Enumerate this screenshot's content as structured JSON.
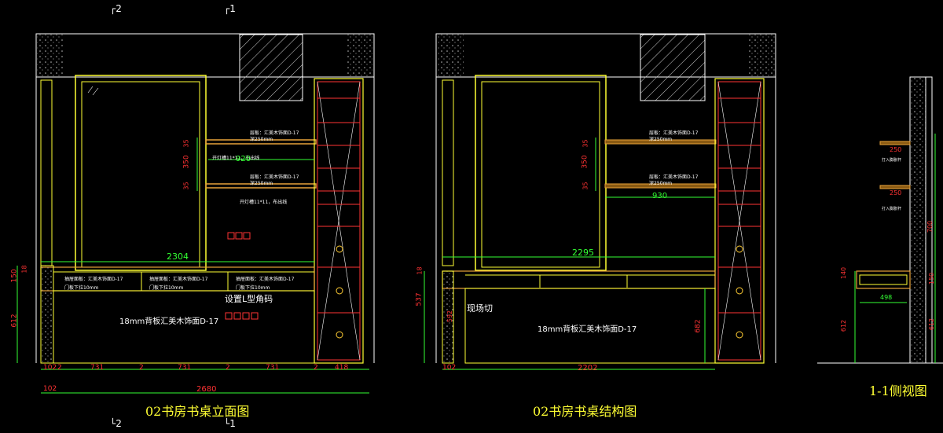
{
  "titles": {
    "elevation": "02书房书桌立面图",
    "structure": "02书房书桌结构图",
    "side": "1-1侧视图"
  },
  "section_marks": {
    "a": "2",
    "b": "1"
  },
  "notes": {
    "shelf_spec": "层板：汇美木饰面D-17",
    "shelf_depth": "深250mm",
    "groove_1": "开灯槽11*11，布出线",
    "groove_2": "开灯槽11*11，布出线",
    "drawer_spec": "抽屉面板：汇美木饰面D-17",
    "drawer_gap": "门板下拉10mm",
    "l_corner": "设置L型角码",
    "back_panel": "18mm背板汇美木饰面D-17",
    "site_cut": "现场切",
    "screw": "打入膨胀杆"
  },
  "dims": {
    "d2304": "2304",
    "d920": "920",
    "d350": "350",
    "d35": "35",
    "d102": "102",
    "d2": "2",
    "d731": "731",
    "d418": "418",
    "d2680": "2680",
    "d612": "612",
    "d150": "150",
    "d18": "18",
    "d2295": "2295",
    "d930": "930",
    "d2202": "2202",
    "d537": "537",
    "d682": "682",
    "d592": "592",
    "d250": "250",
    "d700": "700",
    "d498": "498",
    "d140": "140"
  },
  "colors": {
    "wall": "#ffffff",
    "yellow": "#ffff33",
    "orange": "#e8a33a",
    "red": "#ff3333",
    "green": "#33ff33",
    "white_text": "#ffffff"
  }
}
